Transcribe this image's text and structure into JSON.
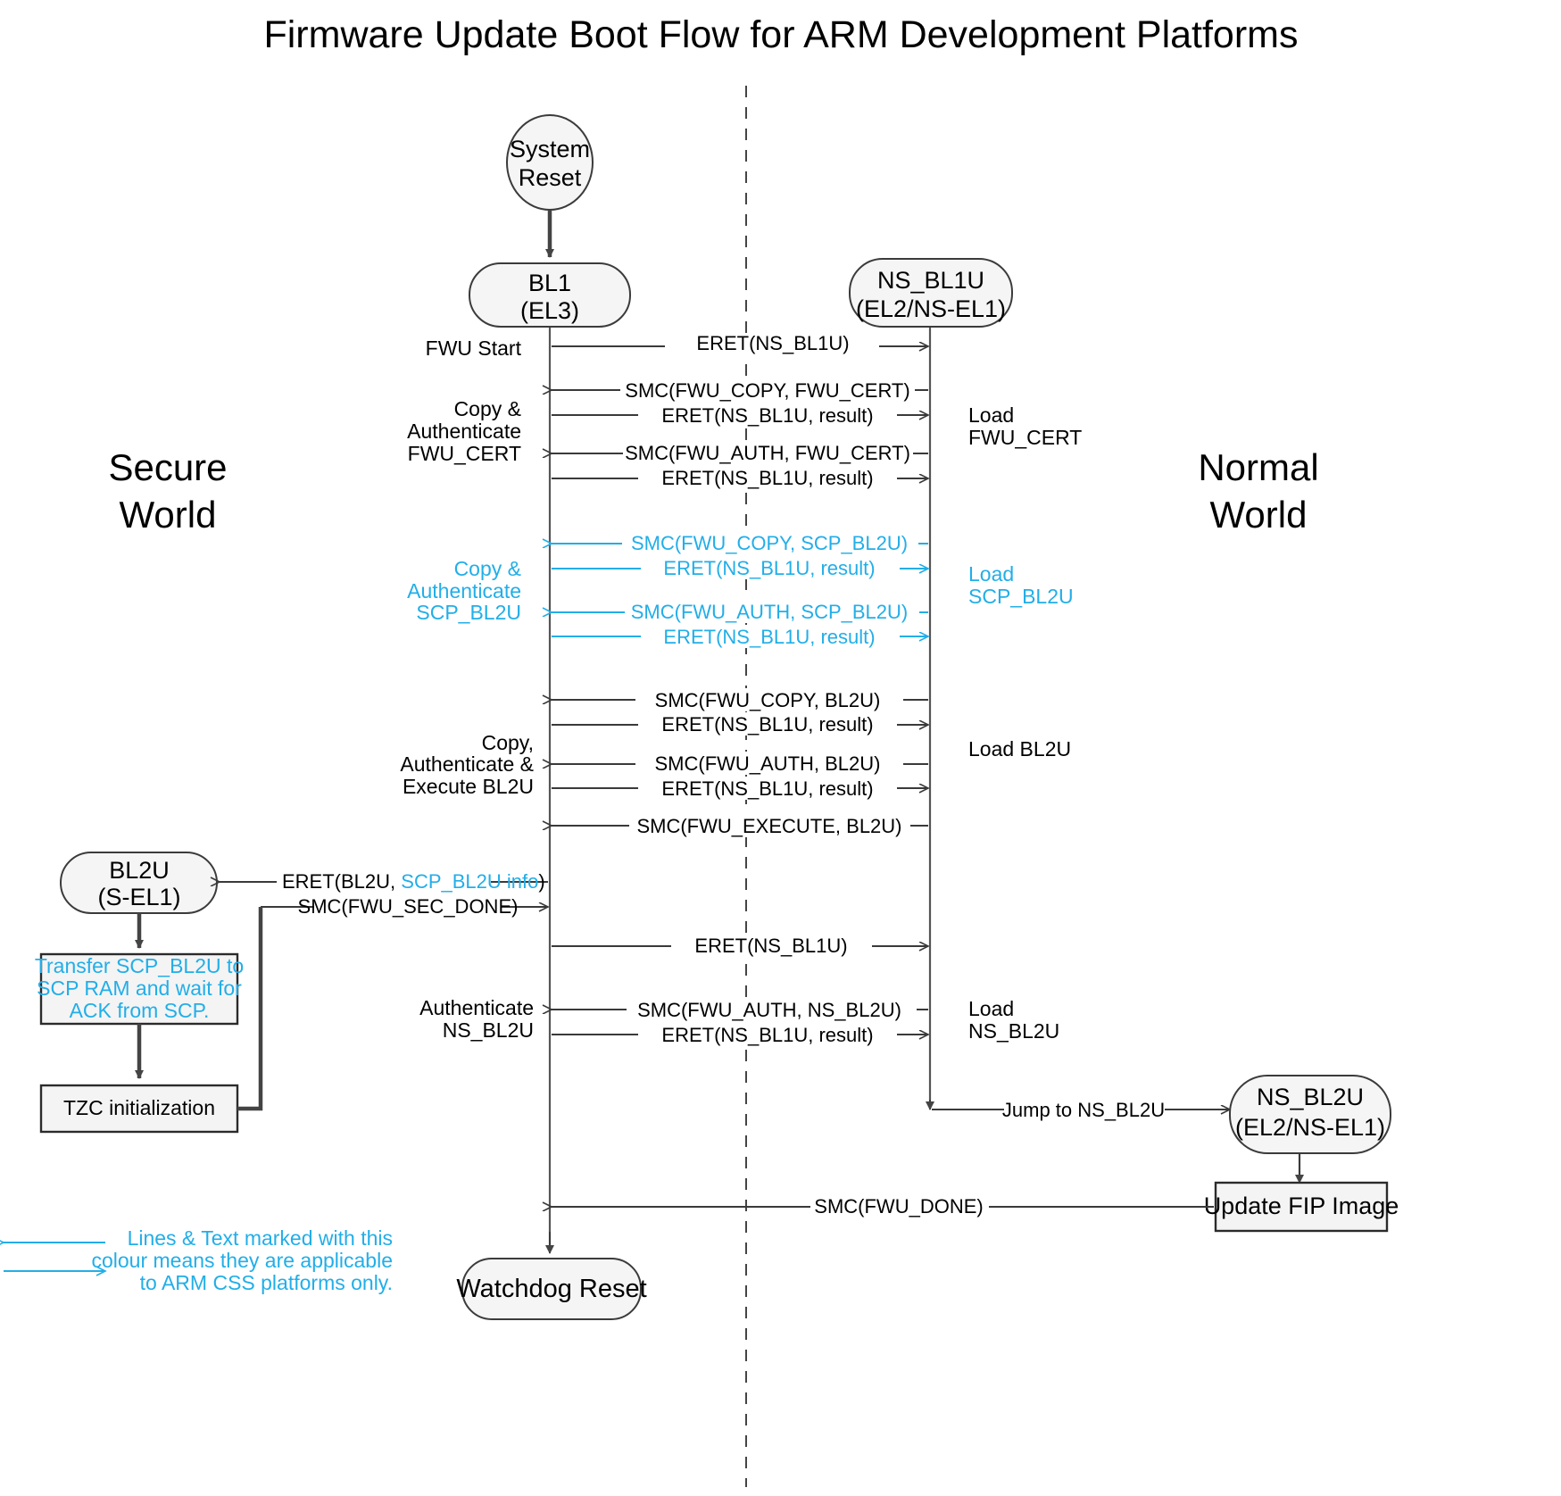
{
  "title": "Firmware Update Boot Flow for ARM Development Platforms",
  "colors": {
    "css_accent": "#22AEE8",
    "line": "#3a3a3a",
    "node_fill": "#f5f5f5",
    "node_stroke": "#3b3b3b"
  },
  "worlds": {
    "secure_line1": "Secure",
    "secure_line2": "World",
    "normal_line1": "Normal",
    "normal_line2": "World"
  },
  "nodes": {
    "system_reset": {
      "line1": "System",
      "line2": "Reset"
    },
    "bl1": {
      "line1": "BL1",
      "line2": "(EL3)"
    },
    "ns_bl1u": {
      "line1": "NS_BL1U",
      "line2": "(EL2/NS-EL1)"
    },
    "bl2u": {
      "line1": "BL2U",
      "line2": "(S-EL1)"
    },
    "ns_bl2u": {
      "line1": "NS_BL2U",
      "line2": "(EL2/NS-EL1)"
    },
    "watchdog_reset": {
      "line1": "Watchdog Reset"
    }
  },
  "process_boxes": [
    {
      "name": "transfer-scp-bl2u-box",
      "cyan": true,
      "lines": [
        "Transfer SCP_BL2U to",
        "SCP RAM and wait for",
        "ACK from SCP."
      ]
    },
    {
      "name": "tzc-initialization-box",
      "cyan": false,
      "lines": [
        "TZC initialization"
      ]
    },
    {
      "name": "update-fip-image-box",
      "cyan": false,
      "lines": [
        "Update FIP Image"
      ]
    }
  ],
  "messages": [
    {
      "id": "m1",
      "label": "ERET(NS_BL1U)",
      "dir": "right",
      "cyan": false
    },
    {
      "id": "m2",
      "label": "SMC(FWU_COPY, FWU_CERT)",
      "dir": "left",
      "cyan": false
    },
    {
      "id": "m3",
      "label": "ERET(NS_BL1U, result)",
      "dir": "right",
      "cyan": false
    },
    {
      "id": "m4",
      "label": "SMC(FWU_AUTH, FWU_CERT)",
      "dir": "left",
      "cyan": false
    },
    {
      "id": "m5",
      "label": "ERET(NS_BL1U, result)",
      "dir": "right",
      "cyan": false
    },
    {
      "id": "m6",
      "label": "SMC(FWU_COPY, SCP_BL2U)",
      "dir": "left",
      "cyan": true
    },
    {
      "id": "m7",
      "label": "ERET(NS_BL1U, result)",
      "dir": "right",
      "cyan": true
    },
    {
      "id": "m8",
      "label": "SMC(FWU_AUTH, SCP_BL2U)",
      "dir": "left",
      "cyan": true
    },
    {
      "id": "m9",
      "label": "ERET(NS_BL1U, result)",
      "dir": "right",
      "cyan": true
    },
    {
      "id": "m10",
      "label": "SMC(FWU_COPY, BL2U)",
      "dir": "left",
      "cyan": false
    },
    {
      "id": "m11",
      "label": "ERET(NS_BL1U, result)",
      "dir": "right",
      "cyan": false
    },
    {
      "id": "m12",
      "label": "SMC(FWU_AUTH, BL2U)",
      "dir": "left",
      "cyan": false
    },
    {
      "id": "m13",
      "label": "ERET(NS_BL1U, result)",
      "dir": "right",
      "cyan": false
    },
    {
      "id": "m14",
      "label": "SMC(FWU_EXECUTE, BL2U)",
      "dir": "left",
      "cyan": false
    },
    {
      "id": "m15",
      "label_pre": "ERET(BL2U, ",
      "label_cyan": "SCP_BL2U info",
      "label_post": ")",
      "dir": "left",
      "cyan": false
    },
    {
      "id": "m16",
      "label": "SMC(FWU_SEC_DONE)",
      "dir": "right",
      "cyan": false
    },
    {
      "id": "m17",
      "label": "ERET(NS_BL1U)",
      "dir": "right",
      "cyan": false
    },
    {
      "id": "m18",
      "label": "SMC(FWU_AUTH, NS_BL2U)",
      "dir": "left",
      "cyan": false
    },
    {
      "id": "m19",
      "label": "ERET(NS_BL1U, result)",
      "dir": "right",
      "cyan": false
    },
    {
      "id": "m20",
      "label": "Jump to NS_BL2U",
      "dir": "right",
      "cyan": false
    },
    {
      "id": "m21",
      "label": "SMC(FWU_DONE)",
      "dir": "left",
      "cyan": false
    }
  ],
  "left_annotations": [
    {
      "id": "a1",
      "cyan": false,
      "lines": [
        "FWU Start"
      ]
    },
    {
      "id": "a2",
      "cyan": false,
      "lines": [
        "Copy &",
        "Authenticate",
        "FWU_CERT"
      ]
    },
    {
      "id": "a3",
      "cyan": true,
      "lines": [
        "Copy &",
        "Authenticate",
        "SCP_BL2U"
      ]
    },
    {
      "id": "a4",
      "cyan": false,
      "lines": [
        "Copy,",
        "Authenticate &",
        "Execute BL2U"
      ]
    },
    {
      "id": "a5",
      "cyan": false,
      "lines": [
        "Authenticate",
        "NS_BL2U"
      ]
    }
  ],
  "right_annotations": [
    {
      "id": "r1",
      "cyan": false,
      "lines": [
        "Load",
        "FWU_CERT"
      ]
    },
    {
      "id": "r2",
      "cyan": true,
      "lines": [
        "Load",
        "SCP_BL2U"
      ]
    },
    {
      "id": "r3",
      "cyan": false,
      "lines": [
        "Load BL2U"
      ]
    },
    {
      "id": "r4",
      "cyan": false,
      "lines": [
        "Load",
        "NS_BL2U"
      ]
    }
  ],
  "legend": {
    "lines": [
      "Lines & Text marked with this",
      "colour means they are applicable",
      "to ARM CSS platforms only."
    ]
  }
}
